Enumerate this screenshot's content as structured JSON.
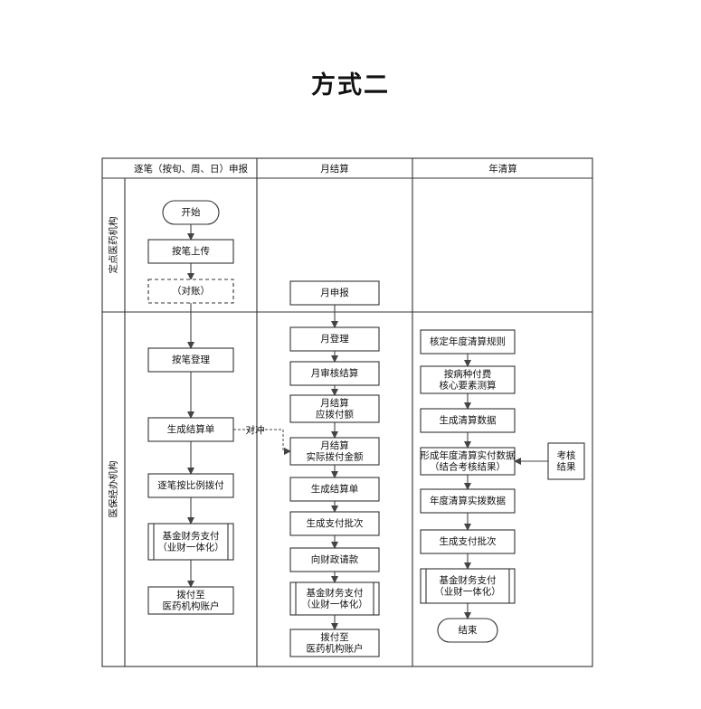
{
  "title": "方式二",
  "columns": [
    {
      "id": "col-1",
      "label": "逐笔（按旬、周、日）申报"
    },
    {
      "id": "col-2",
      "label": "月结算"
    },
    {
      "id": "col-3",
      "label": "年清算"
    }
  ],
  "lanes": [
    {
      "id": "lane-hospital",
      "label": "定点医药机构"
    },
    {
      "id": "lane-agency",
      "label": "医保经办机构"
    }
  ],
  "nodes": [
    {
      "id": "n-start",
      "lines": [
        "开始"
      ]
    },
    {
      "id": "n-upload",
      "lines": [
        "按笔上传"
      ]
    },
    {
      "id": "n-reconcile",
      "lines": [
        "（对账）"
      ]
    },
    {
      "id": "n-accept",
      "lines": [
        "按笔登理"
      ]
    },
    {
      "id": "n-statement",
      "lines": [
        "生成结算单"
      ]
    },
    {
      "id": "n-prorata",
      "lines": [
        "逐笔按比例拨付"
      ]
    },
    {
      "id": "n-fund1",
      "lines": [
        "基金财务支付",
        "（业财一体化）"
      ]
    },
    {
      "id": "n-transfer1",
      "lines": [
        "拨付至",
        "医药机构账户"
      ]
    },
    {
      "id": "n-monthly-report",
      "lines": [
        "月申报"
      ]
    },
    {
      "id": "n-monthly-accept",
      "lines": [
        "月登理"
      ]
    },
    {
      "id": "n-monthly-audit",
      "lines": [
        "月审核结算"
      ]
    },
    {
      "id": "n-monthly-payable",
      "lines": [
        "月结算",
        "应拨付额"
      ]
    },
    {
      "id": "n-monthly-actual",
      "lines": [
        "月结算",
        "实际拨付金额"
      ]
    },
    {
      "id": "n-gen-statement2",
      "lines": [
        "生成结算单"
      ]
    },
    {
      "id": "n-gen-batch2",
      "lines": [
        "生成支付批次"
      ]
    },
    {
      "id": "n-request-finance",
      "lines": [
        "向财政请款"
      ]
    },
    {
      "id": "n-fund2",
      "lines": [
        "基金财务支付",
        "（业财一体化）"
      ]
    },
    {
      "id": "n-transfer2",
      "lines": [
        "拨付至",
        "医药机构账户"
      ]
    },
    {
      "id": "n-annual-rules",
      "lines": [
        "核定年度清算规则"
      ]
    },
    {
      "id": "n-disease-pay",
      "lines": [
        "按病种付费",
        "核心要素测算"
      ]
    },
    {
      "id": "n-gen-clearing",
      "lines": [
        "生成清算数据"
      ]
    },
    {
      "id": "n-actual-clearing",
      "lines": [
        "形成年度清算实付数据",
        "（结合考核结果）"
      ]
    },
    {
      "id": "n-assessment",
      "lines": [
        "考核",
        "结果"
      ]
    },
    {
      "id": "n-annual-actual",
      "lines": [
        "年度清算实拨数据"
      ]
    },
    {
      "id": "n-gen-batch3",
      "lines": [
        "生成支付批次"
      ]
    },
    {
      "id": "n-fund3",
      "lines": [
        "基金财务支付",
        "（业财一体化）"
      ]
    },
    {
      "id": "n-end",
      "lines": [
        "结束"
      ]
    }
  ],
  "edges": [
    {
      "from": "n-start",
      "to": "n-upload"
    },
    {
      "from": "n-upload",
      "to": "n-reconcile"
    },
    {
      "from": "n-reconcile",
      "to": "n-accept"
    },
    {
      "from": "n-accept",
      "to": "n-statement"
    },
    {
      "from": "n-statement",
      "to": "n-prorata"
    },
    {
      "from": "n-prorata",
      "to": "n-fund1"
    },
    {
      "from": "n-fund1",
      "to": "n-transfer1"
    },
    {
      "from": "n-monthly-report",
      "to": "n-monthly-accept"
    },
    {
      "from": "n-monthly-accept",
      "to": "n-monthly-audit"
    },
    {
      "from": "n-monthly-audit",
      "to": "n-monthly-payable"
    },
    {
      "from": "n-monthly-payable",
      "to": "n-monthly-actual"
    },
    {
      "from": "n-monthly-actual",
      "to": "n-gen-statement2"
    },
    {
      "from": "n-gen-statement2",
      "to": "n-gen-batch2"
    },
    {
      "from": "n-gen-batch2",
      "to": "n-request-finance"
    },
    {
      "from": "n-request-finance",
      "to": "n-fund2"
    },
    {
      "from": "n-fund2",
      "to": "n-transfer2"
    },
    {
      "from": "n-annual-rules",
      "to": "n-disease-pay"
    },
    {
      "from": "n-disease-pay",
      "to": "n-gen-clearing"
    },
    {
      "from": "n-gen-clearing",
      "to": "n-actual-clearing"
    },
    {
      "from": "n-assessment",
      "to": "n-actual-clearing"
    },
    {
      "from": "n-actual-clearing",
      "to": "n-annual-actual"
    },
    {
      "from": "n-annual-actual",
      "to": "n-gen-batch3"
    },
    {
      "from": "n-gen-batch3",
      "to": "n-fund3"
    },
    {
      "from": "n-fund3",
      "to": "n-end"
    },
    {
      "from": "n-statement",
      "to": "n-monthly-actual",
      "label": "对冲",
      "style": "dashed"
    }
  ]
}
